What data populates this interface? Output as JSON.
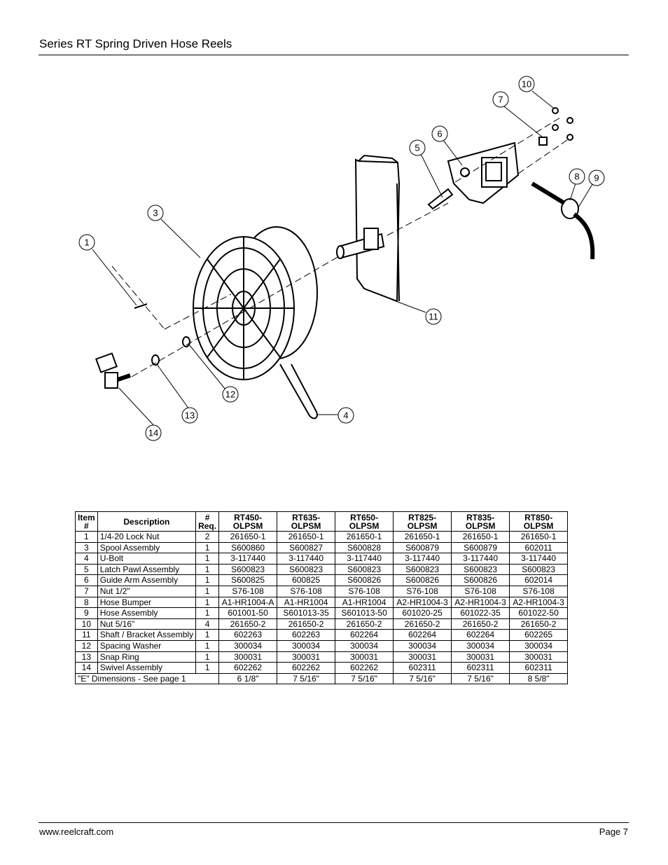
{
  "header": {
    "title": "Series RT Spring Driven Hose Reels"
  },
  "footer": {
    "url": "www.reelcraft.com",
    "page": "Page 7"
  },
  "diagram": {
    "callouts": [
      "1",
      "3",
      "4",
      "5",
      "6",
      "7",
      "8",
      "9",
      "10",
      "11",
      "12",
      "13",
      "14"
    ]
  },
  "table": {
    "headers": {
      "item": "Item\n#",
      "item_line1": "Item",
      "item_line2": "#",
      "description": "Description",
      "req_line1": "#",
      "req_line2": "Req.",
      "models": [
        "RT450-OLPSM",
        "RT635-OLPSM",
        "RT650-OLPSM",
        "RT825-OLPSM",
        "RT835-OLPSM",
        "RT850-OLPSM"
      ]
    },
    "rows": [
      {
        "item": "1",
        "desc": "1/4-20 Lock Nut",
        "req": "2",
        "parts": [
          "261650-1",
          "261650-1",
          "261650-1",
          "261650-1",
          "261650-1",
          "261650-1"
        ]
      },
      {
        "item": "3",
        "desc": "Spool Assembly",
        "req": "1",
        "parts": [
          "S600860",
          "S600827",
          "S600828",
          "S600879",
          "S600879",
          "602011"
        ]
      },
      {
        "item": "4",
        "desc": "U-Bolt",
        "req": "1",
        "parts": [
          "3-117440",
          "3-117440",
          "3-117440",
          "3-117440",
          "3-117440",
          "3-117440"
        ]
      },
      {
        "item": "5",
        "desc": "Latch Pawl Assembly",
        "req": "1",
        "parts": [
          "S600823",
          "S600823",
          "S600823",
          "S600823",
          "S600823",
          "S600823"
        ]
      },
      {
        "item": "6",
        "desc": "Guide Arm Assembly",
        "req": "1",
        "parts": [
          "S600825",
          "600825",
          "S600826",
          "S600826",
          "S600826",
          "602014"
        ]
      },
      {
        "item": "7",
        "desc": "Nut 1/2\"",
        "req": "1",
        "parts": [
          "S76-108",
          "S76-108",
          "S76-108",
          "S76-108",
          "S76-108",
          "S76-108"
        ]
      },
      {
        "item": "8",
        "desc": "Hose Bumper",
        "req": "1",
        "parts": [
          "A1-HR1004-A",
          "A1-HR1004",
          "A1-HR1004",
          "A2-HR1004-3",
          "A2-HR1004-3",
          "A2-HR1004-3"
        ]
      },
      {
        "item": "9",
        "desc": "Hose Assembly",
        "req": "1",
        "parts": [
          "601001-50",
          "S601013-35",
          "S601013-50",
          "601020-25",
          "601022-35",
          "601022-50"
        ]
      },
      {
        "item": "10",
        "desc": "Nut 5/16\"",
        "req": "4",
        "parts": [
          "261650-2",
          "261650-2",
          "261650-2",
          "261650-2",
          "261650-2",
          "261650-2"
        ]
      },
      {
        "item": "11",
        "desc": "Shaft / Bracket Assembly",
        "req": "1",
        "parts": [
          "602263",
          "602263",
          "602264",
          "602264",
          "602264",
          "602265"
        ]
      },
      {
        "item": "12",
        "desc": "Spacing Washer",
        "req": "1",
        "parts": [
          "300034",
          "300034",
          "300034",
          "300034",
          "300034",
          "300034"
        ]
      },
      {
        "item": "13",
        "desc": "Snap Ring",
        "req": "1",
        "parts": [
          "300031",
          "300031",
          "300031",
          "300031",
          "300031",
          "300031"
        ]
      },
      {
        "item": "14",
        "desc": "Swivel Assembly",
        "req": "1",
        "parts": [
          "602262",
          "602262",
          "602262",
          "602311",
          "602311",
          "602311"
        ]
      }
    ],
    "dimensions_row": {
      "label": "\"E\" Dimensions - See page 1",
      "values": [
        "6 1/8\"",
        "7 5/16\"",
        "7 5/16\"",
        "7 5/16\"",
        "7 5/16\"",
        "8 5/8\""
      ]
    }
  }
}
